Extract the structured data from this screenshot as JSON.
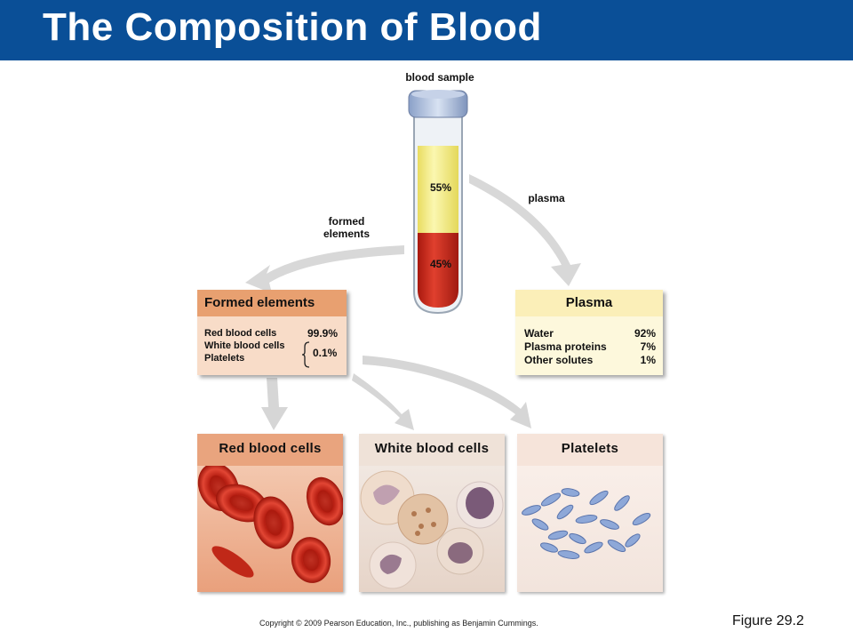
{
  "title": "The Composition of Blood",
  "labels": {
    "blood_sample": "blood sample",
    "plasma": "plasma",
    "formed_elements_line1": "formed",
    "formed_elements_line2": "elements",
    "pct_55": "55%",
    "pct_45": "45%"
  },
  "formed_box": {
    "heading": "Formed elements",
    "rows": [
      {
        "name": "Red blood cells",
        "value": "99.9%"
      },
      {
        "name": "White blood cells",
        "value": "0.1%"
      },
      {
        "name": "Platelets",
        "value": ""
      }
    ]
  },
  "plasma_box": {
    "heading": "Plasma",
    "rows": [
      {
        "name": "Water",
        "value": "92%"
      },
      {
        "name": "Plasma proteins",
        "value": "7%"
      },
      {
        "name": "Other solutes",
        "value": "1%"
      }
    ]
  },
  "panels": {
    "rbc": "Red blood cells",
    "wbc": "White blood cells",
    "platelets": "Platelets"
  },
  "footer": {
    "copyright": "Copyright © 2009 Pearson Education, Inc., publishing as Benjamin Cummings.",
    "figure": "Figure 29.2"
  },
  "colors": {
    "banner": "#0a4f97",
    "formed_header": "#e8a070",
    "formed_body": "#f8dcc8",
    "plasma_header": "#fbefb8",
    "plasma_body": "#fdf8dc",
    "red_fill": "#c42a1e",
    "plasma_yellow": "#f4ec7a"
  }
}
